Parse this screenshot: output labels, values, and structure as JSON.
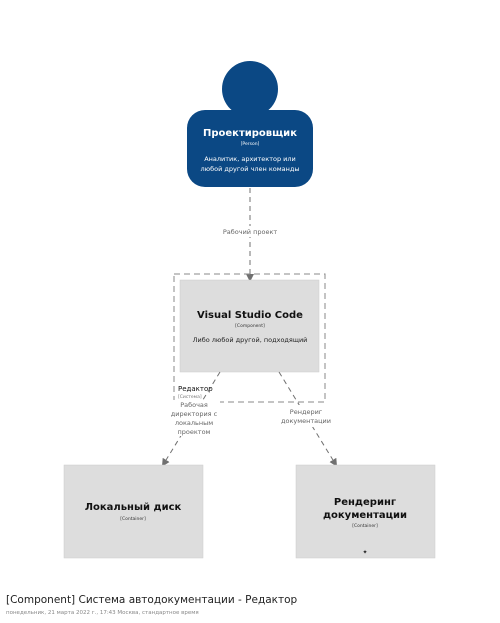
{
  "person": {
    "name": "Проектировщик",
    "type": "[Person]",
    "desc_line1": "Аналитик, архитектор или",
    "desc_line2": "любой другой член команды",
    "color": "#0b4884"
  },
  "boundary": {
    "label": "Редактор",
    "type_partial": "[Система]"
  },
  "component": {
    "name": "Visual Studio Code",
    "type": "[Component]",
    "desc": "Либо любой другой, подходящий",
    "color": "#dddddd"
  },
  "containers": [
    {
      "name_line1": "Локальный диск",
      "name_line2": "",
      "type": "[Container]"
    },
    {
      "name_line1": "Рендеринг",
      "name_line2": "документации",
      "type": "[Container]"
    }
  ],
  "relations": [
    {
      "label_line1": "Рабочий проект",
      "label_line2": "",
      "label_line3": "",
      "label_line4": ""
    },
    {
      "label_line1": "Рабочая",
      "label_line2": "директория с",
      "label_line3": "локальным",
      "label_line4": "проектом"
    },
    {
      "label_line1": "Рендериг",
      "label_line2": "документации",
      "label_line3": "",
      "label_line4": ""
    }
  ],
  "footer": {
    "title": "[Component] Система автодокументации - Редактор",
    "meta": "понедельник, 21 марта 2022 г., 17:43 Москва, стандартное время"
  }
}
